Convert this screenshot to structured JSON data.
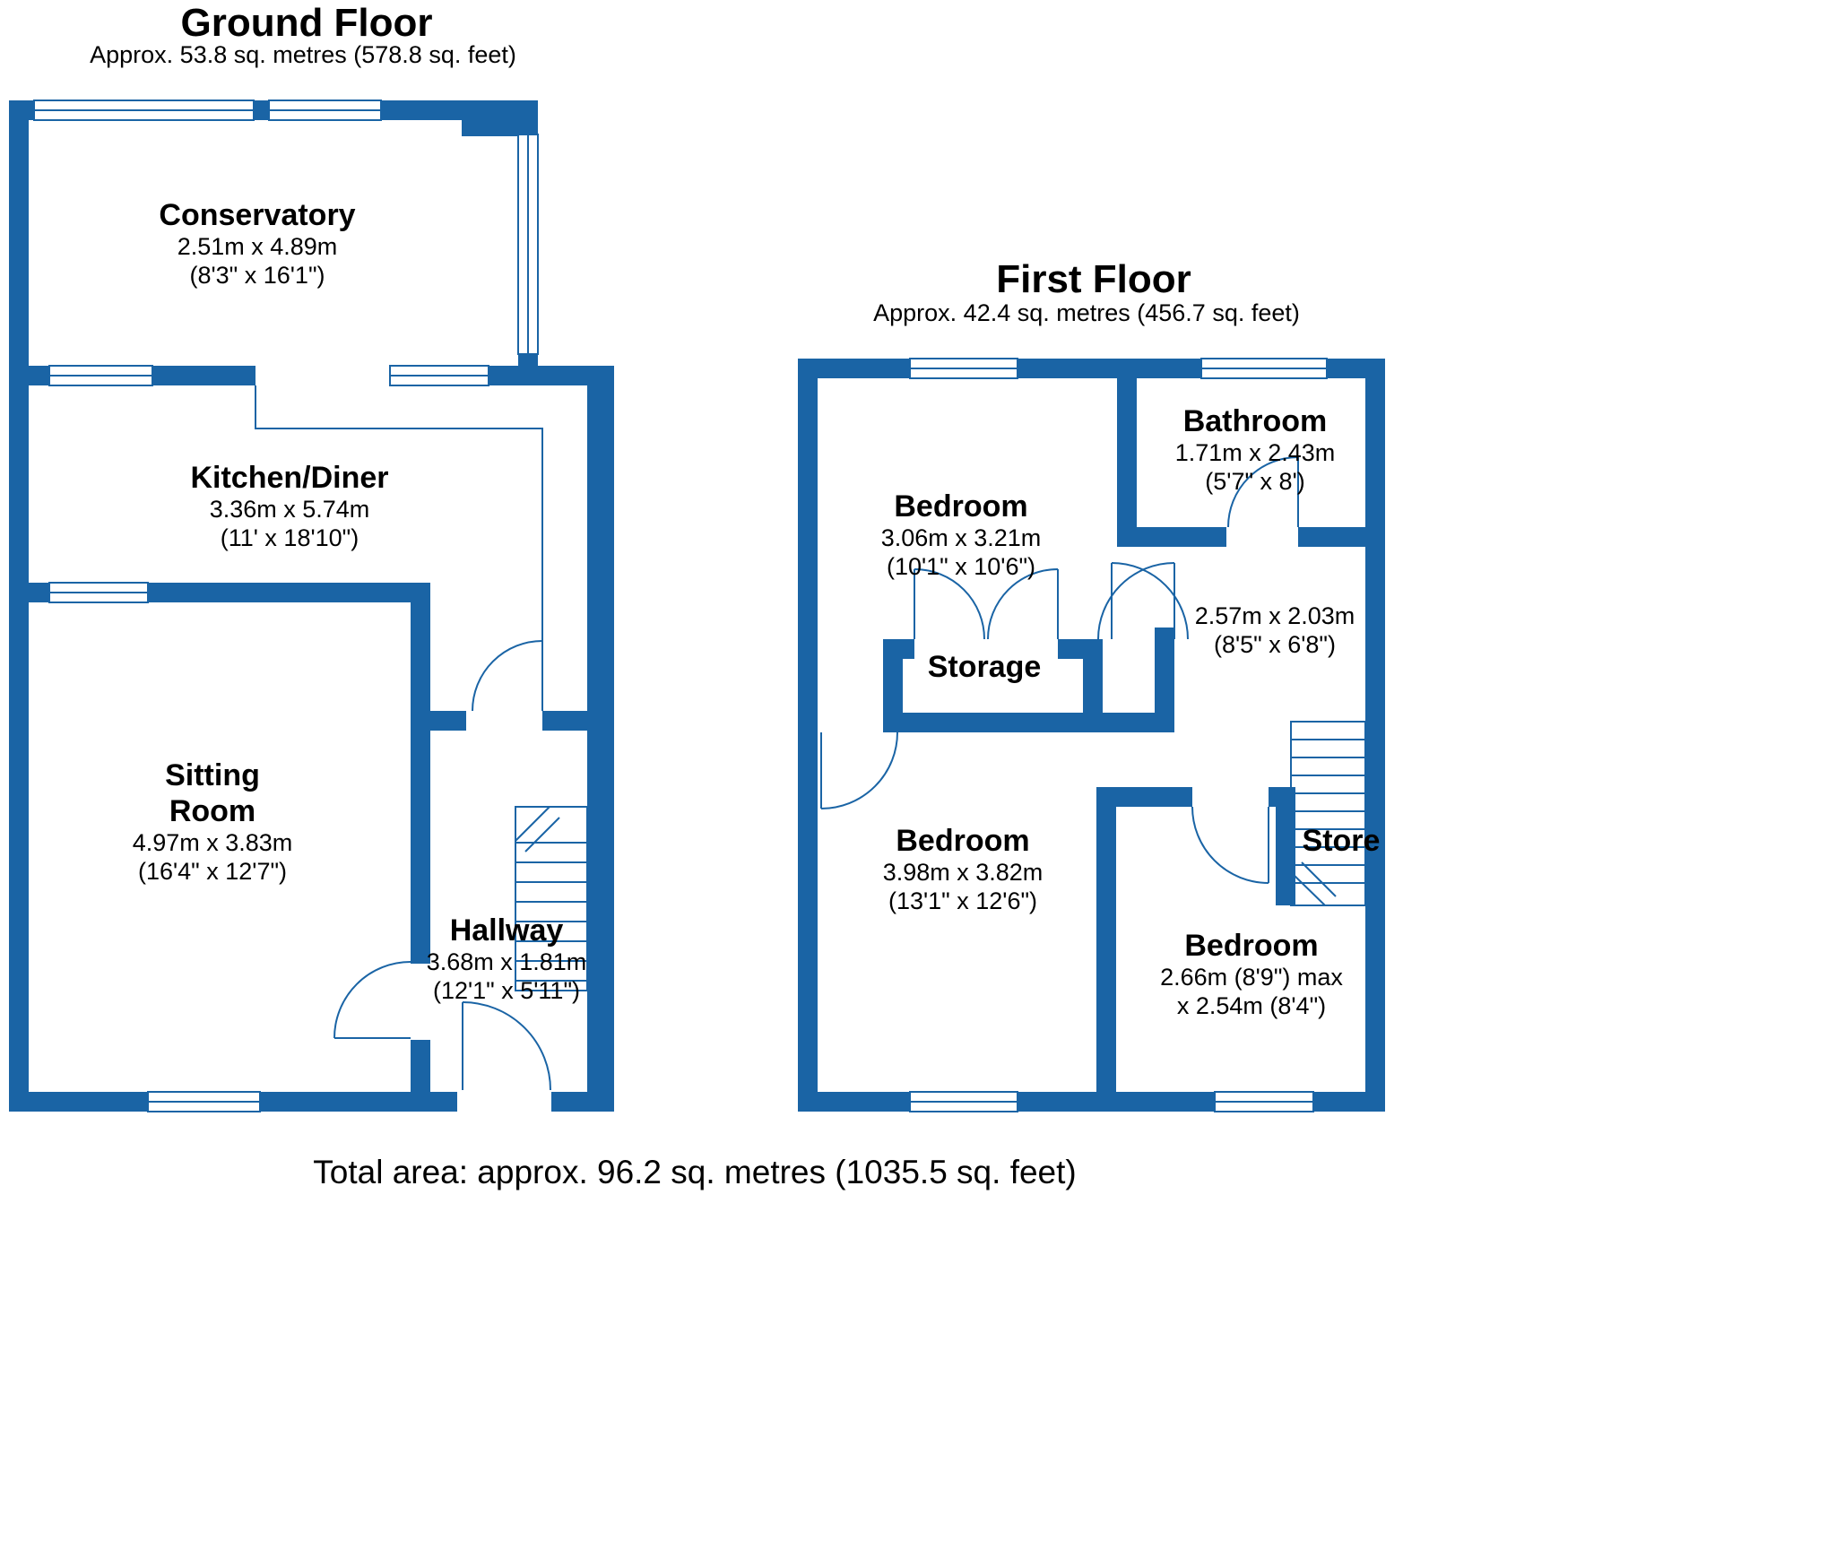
{
  "colors": {
    "wall_blue": "#1a64a5",
    "background": "#ffffff",
    "text": "#000000"
  },
  "ground_floor": {
    "title": "Ground Floor",
    "subtitle": "Approx. 53.8 sq. metres (578.8 sq. feet)",
    "rooms": {
      "conservatory": {
        "name": "Conservatory",
        "dim1": "2.51m x 4.89m",
        "dim2": "(8'3\" x 16'1\")"
      },
      "kitchen_diner": {
        "name": "Kitchen/Diner",
        "dim1": "3.36m x 5.74m",
        "dim2": "(11' x 18'10\")"
      },
      "sitting_room": {
        "name": "Sitting\nRoom",
        "dim1": "4.97m x 3.83m",
        "dim2": "(16'4\" x 12'7\")"
      },
      "hallway": {
        "name": "Hallway",
        "dim1": "3.68m x 1.81m",
        "dim2": "(12'1\" x 5'11\")"
      }
    }
  },
  "first_floor": {
    "title": "First Floor",
    "subtitle": "Approx. 42.4 sq. metres (456.7 sq. feet)",
    "rooms": {
      "bathroom": {
        "name": "Bathroom",
        "dim1": "1.71m x 2.43m",
        "dim2": "(5'7\" x 8')"
      },
      "bedroom_top": {
        "name": "Bedroom",
        "dim1": "3.06m x 3.21m",
        "dim2": "(10'1\" x 10'6\")"
      },
      "landing": {
        "dim1": "2.57m x 2.03m",
        "dim2": "(8'5\" x 6'8\")"
      },
      "storage": {
        "name": "Storage"
      },
      "bedroom_left": {
        "name": "Bedroom",
        "dim1": "3.98m x 3.82m",
        "dim2": "(13'1\" x 12'6\")"
      },
      "bedroom_right": {
        "name": "Bedroom",
        "dim1": "2.66m (8'9\") max",
        "dim2": "x 2.54m (8'4\")"
      },
      "store": {
        "name": "Store"
      }
    }
  },
  "footer": {
    "total_area": "Total area: approx. 96.2 sq. metres (1035.5 sq. feet)"
  }
}
